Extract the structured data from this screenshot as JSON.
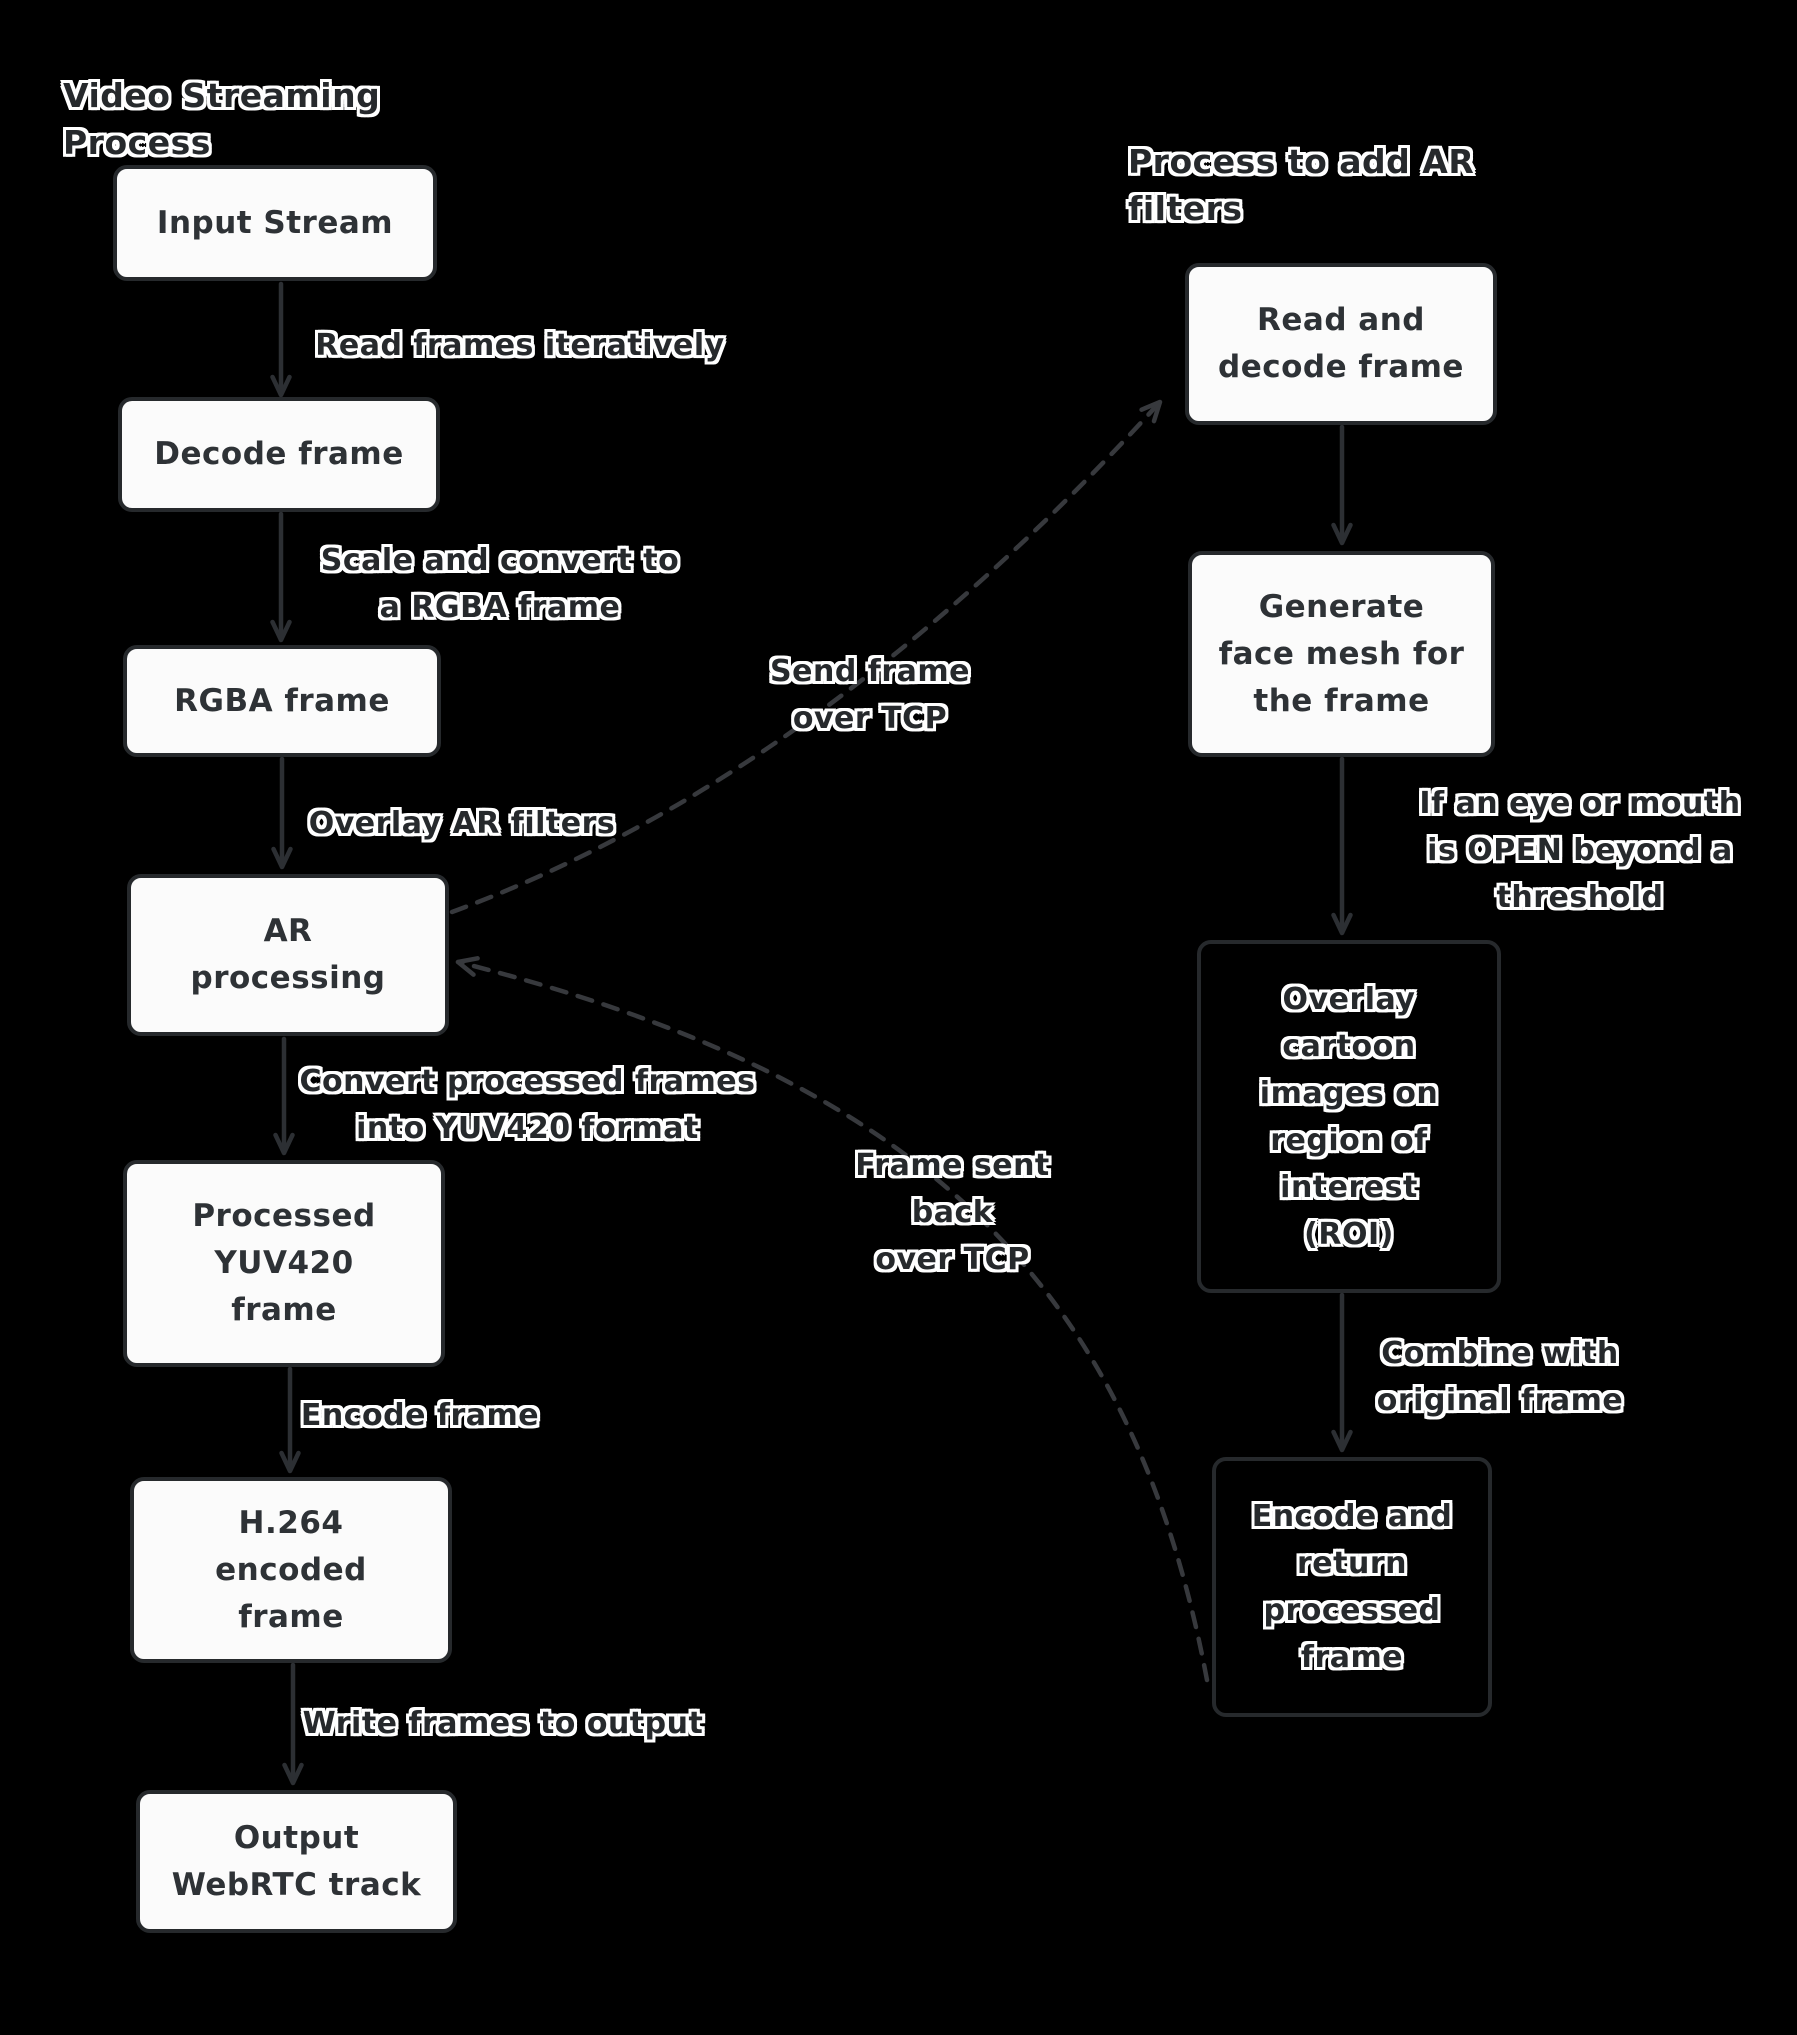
{
  "colors": {
    "background": "#000000",
    "node_fill": "#fbfbfb",
    "node_border": "#26292c",
    "node_text": "#2e3236",
    "label_text": "#26292c",
    "label_halo": "#ffffff",
    "arrow": "#2c2f33",
    "dashed_arrow": "#37393d"
  },
  "titles": {
    "left": "Video Streaming Process",
    "right": "Process to add AR filters"
  },
  "left_flow": {
    "nodes": [
      {
        "label": "Input Stream"
      },
      {
        "label": "Decode frame"
      },
      {
        "label": "RGBA frame"
      },
      {
        "label": "AR\nprocessing"
      },
      {
        "label": "Processed\nYUV420\nframe"
      },
      {
        "label": "H.264\nencoded\nframe"
      },
      {
        "label": "Output\nWebRTC track"
      }
    ],
    "edge_labels": [
      "Read frames iteratively",
      "Scale and convert to\na RGBA frame",
      "Overlay AR filters",
      "Convert processed frames\ninto YUV420 format",
      "Encode frame",
      "Write frames to output"
    ]
  },
  "right_flow": {
    "nodes": [
      {
        "label": "Read and\ndecode frame"
      },
      {
        "label": "Generate\nface mesh for\nthe frame"
      },
      {
        "label": "Overlay\ncartoon\nimages on\nregion of\ninterest\n(ROI)"
      },
      {
        "label": "Encode and\nreturn\nprocessed\nframe"
      }
    ],
    "edge_labels": [
      "If an eye or mouth\nis OPEN beyond a\nthreshold",
      "Combine with\noriginal frame"
    ]
  },
  "cross_links": {
    "send": "Send frame\nover TCP",
    "return": "Frame sent back\nover TCP"
  }
}
